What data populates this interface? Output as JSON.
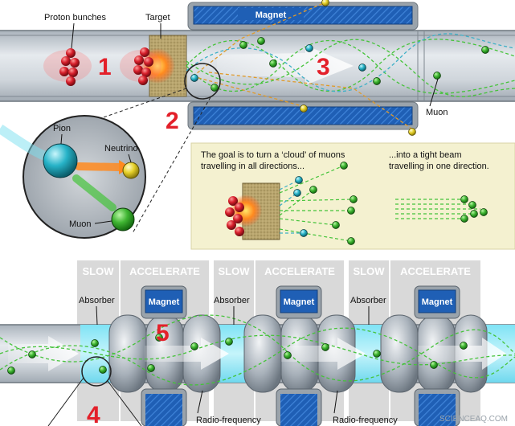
{
  "labels": {
    "proton_bunches": "Proton bunches",
    "target": "Target",
    "magnet": "Magnet",
    "pion": "Pion",
    "neutrino": "Neutrino",
    "muon": "Muon",
    "absorber": "Absorber",
    "radio_frequency": "Radio-frequency"
  },
  "steps": [
    "1",
    "2",
    "3",
    "4",
    "5"
  ],
  "inset_text": {
    "left": "The goal is to turn a ‘cloud’ of muons travelling in all directions...",
    "right": "...into a tight beam travelling in one direction."
  },
  "phases": [
    "SLOW",
    "ACCELERATE",
    "SLOW",
    "ACCELERATE",
    "SLOW",
    "ACCELERATE"
  ],
  "watermark": "SCIENCEAQ.COM",
  "colors": {
    "step_number": "#e3202a",
    "magnet_fill": "#1f5fb5",
    "pipe": "#c9ced4",
    "muon": "#4cc040",
    "pion": "#2bb5c9",
    "neutrino": "#e8d82a",
    "proton": "#d61f2b",
    "inset_bg": "#f4f1d0",
    "phase_bg": "#c9c9c9"
  }
}
